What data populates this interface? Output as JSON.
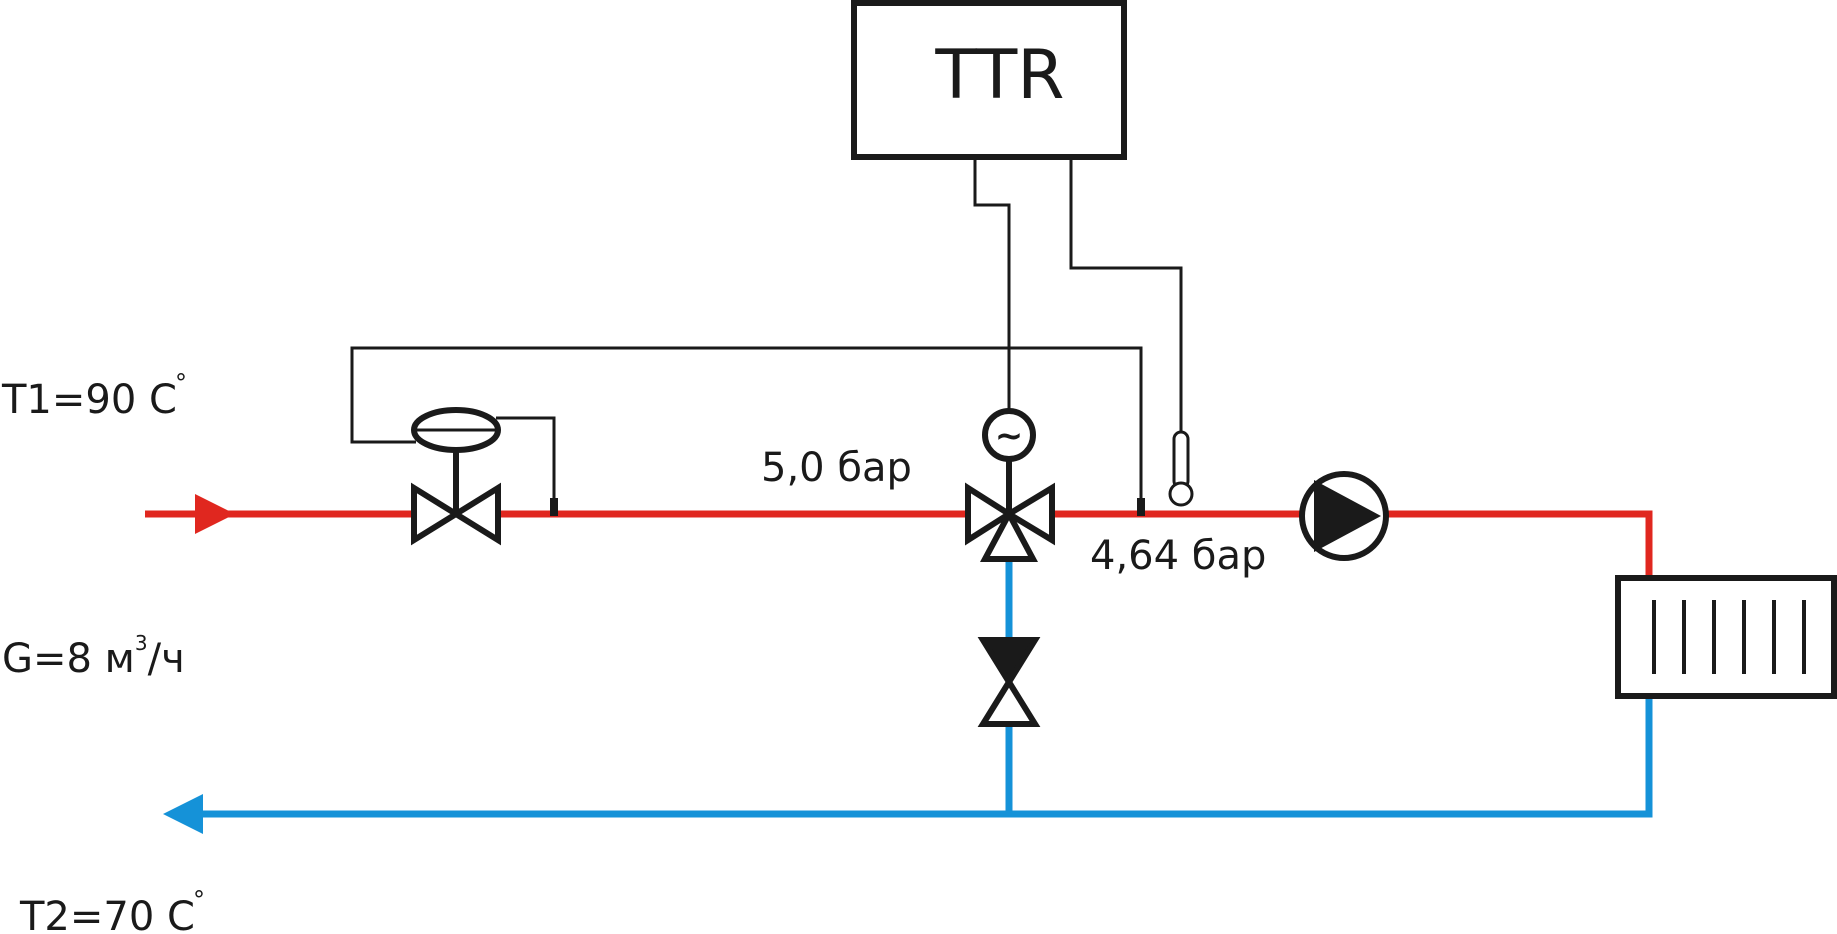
{
  "diagram": {
    "controller": {
      "label": "TTR"
    },
    "supply": {
      "temperature": "T1=90 С",
      "temperature_degree": "°",
      "flow": "G=8 м",
      "flow_sup": "3",
      "flow_unit": "/ч"
    },
    "return": {
      "temperature": "T2=70 С",
      "temperature_degree": "°"
    },
    "pressure_upstream": "5,0 бар",
    "pressure_downstream": "4,64 бар",
    "three_way_valve_actuator_symbol": "~",
    "colors": {
      "supply_line": "#e0271f",
      "return_line": "#1592d8",
      "control_line": "#1a1a1a"
    },
    "icons": [
      "flow-arrow-right-icon",
      "pressure-regulator-valve-icon",
      "three-way-valve-icon",
      "balancing-valve-icon",
      "thermometer-sensor-icon",
      "circulation-pump-icon",
      "radiator-icon",
      "flow-arrow-left-icon"
    ]
  }
}
